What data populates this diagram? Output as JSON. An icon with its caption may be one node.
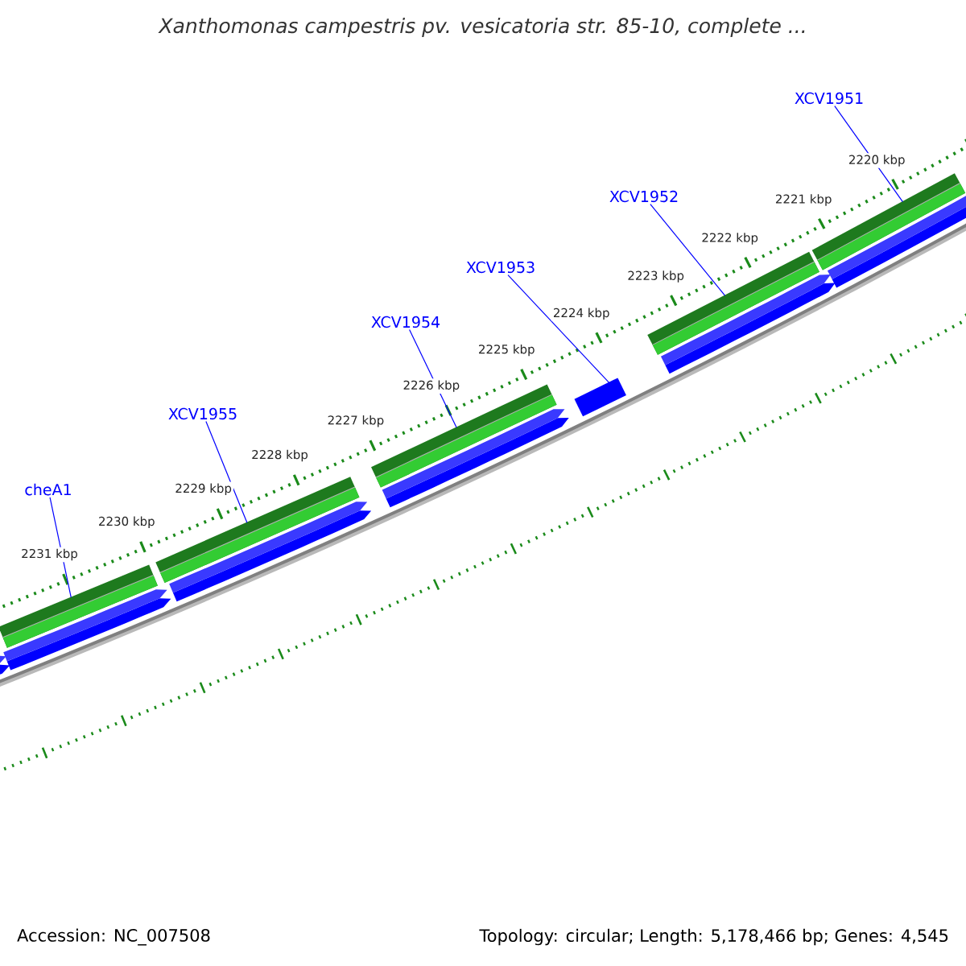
{
  "diagram": {
    "title": "Xanthomonas campestris pv. vesicatoria str. 85-10, complete ...",
    "nodes": [
      {
        "text": [
          "XCV1951"
        ]
      },
      {
        "text": [
          "XCV1952"
        ]
      },
      {
        "text": [
          "XCV1953"
        ]
      },
      {
        "text": [
          "XCV1954"
        ]
      },
      {
        "text": [
          "XCV1955"
        ]
      },
      {
        "text": [
          "cheA1"
        ]
      },
      {
        "text": [],
        "shape": "bar"
      },
      {
        "text": [],
        "shape": "bar"
      },
      {
        "text": [],
        "shape": "bar"
      },
      {
        "text": [],
        "shape": "bar"
      },
      {
        "text": [],
        "shape": "bar"
      },
      {
        "text": [],
        "shape": "bar"
      }
    ],
    "edges": [
      {
        "from": 0,
        "to": 11,
        "arrow": "none"
      },
      {
        "from": 1,
        "to": 10,
        "arrow": "none"
      },
      {
        "from": 2,
        "to": 9,
        "arrow": "none"
      },
      {
        "from": 3,
        "to": 8,
        "arrow": "none"
      },
      {
        "from": 4,
        "to": 7,
        "arrow": "none"
      },
      {
        "from": 5,
        "to": 6,
        "arrow": "none"
      }
    ],
    "labels": [
      "2220 kbp",
      "2221 kbp",
      "2222 kbp",
      "2223 kbp",
      "2224 kbp",
      "2225 kbp",
      "2226 kbp",
      "2227 kbp",
      "2228 kbp",
      "2229 kbp",
      "2230 kbp",
      "2231 kbp",
      "Accession: NC_007508",
      "Topology: circular; Length: 5,178,466 bp; Genes: 4,545"
    ]
  }
}
